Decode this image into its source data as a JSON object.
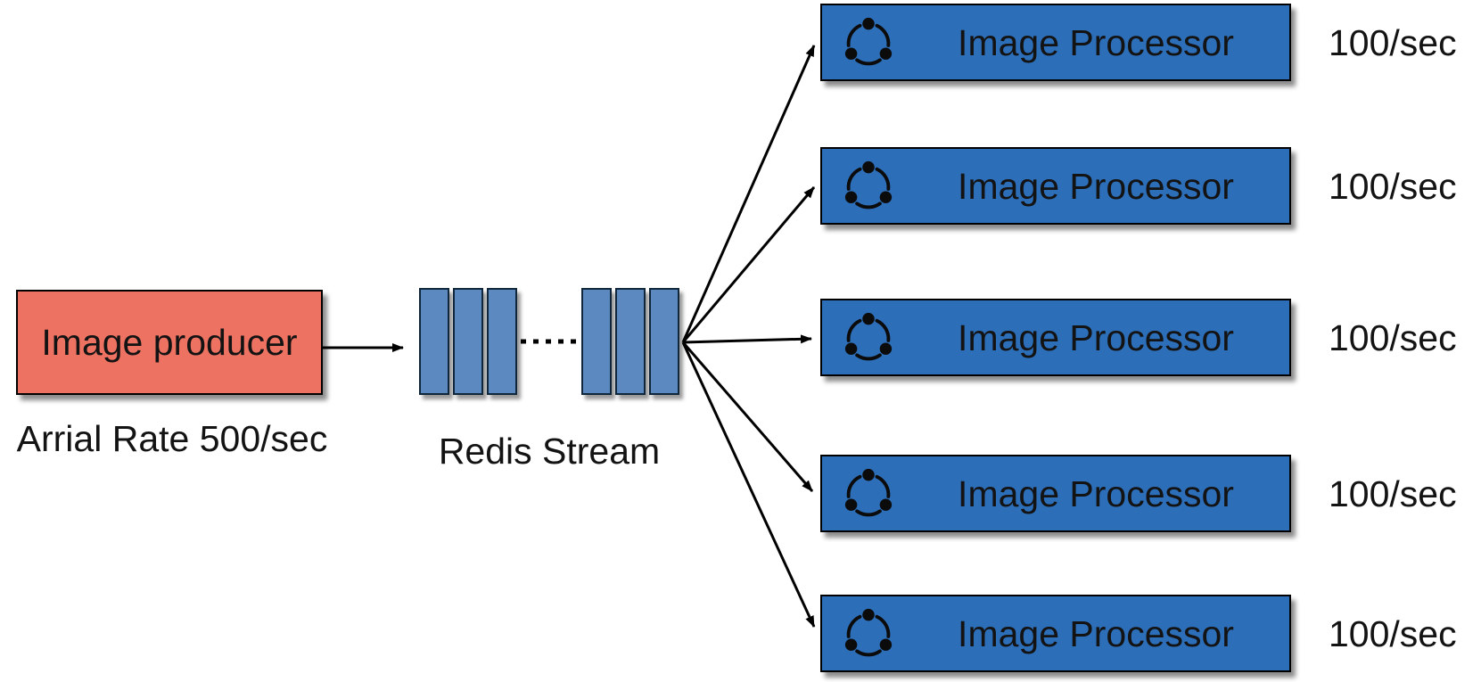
{
  "theme": {
    "producer_fill": "#ED7262",
    "bar_fill": "#5B89C0",
    "processor_fill": "#2D6EB9",
    "ink": "#131313",
    "arrow": "#000000",
    "bg": "#FFFFFF"
  },
  "producer": {
    "label": "Image producer",
    "caption": "Arrial Rate 500/sec"
  },
  "stream": {
    "caption": "Redis Stream",
    "bar_groups": 2,
    "bars_per_group": 3
  },
  "processors": [
    {
      "label": "Image Processor",
      "rate": "100/sec"
    },
    {
      "label": "Image Processor",
      "rate": "100/sec"
    },
    {
      "label": "Image Processor",
      "rate": "100/sec"
    },
    {
      "label": "Image Processor",
      "rate": "100/sec"
    },
    {
      "label": "Image Processor",
      "rate": "100/sec"
    }
  ]
}
